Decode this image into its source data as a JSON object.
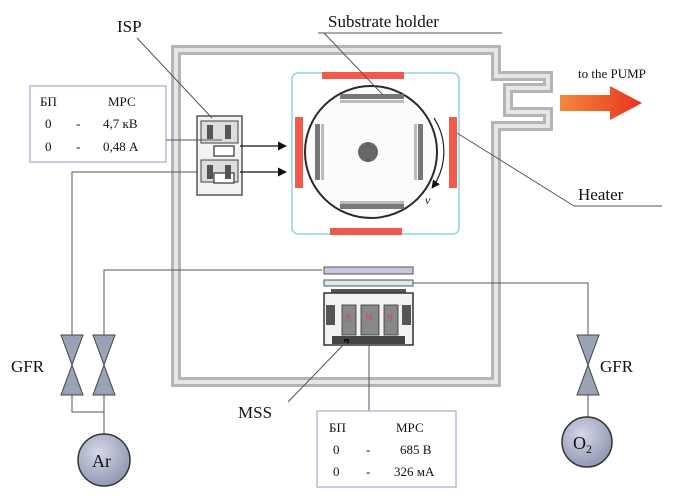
{
  "labels": {
    "isp": "ISP",
    "substrate_holder": "Substrate holder",
    "to_pump": "to the PUMP",
    "heater": "Heater",
    "v": "v",
    "gfr_left": "GFR",
    "gfr_right": "GFR",
    "mss": "MSS",
    "ar": "Ar",
    "o2_base": "O",
    "o2_sub": "2",
    "magnet_s1": "S",
    "magnet_n": "N",
    "magnet_s2": "S"
  },
  "isp_panel": {
    "col1": "БП",
    "col2": "МРС",
    "rows": [
      {
        "a": "0",
        "dash": "-",
        "b": "4,7 кВ"
      },
      {
        "a": "0",
        "dash": "-",
        "b": "0,48 А"
      }
    ]
  },
  "mss_panel": {
    "col1": "БП",
    "col2": "МРС",
    "rows": [
      {
        "a": "0",
        "dash": "-",
        "b": "685 В"
      },
      {
        "a": "0",
        "dash": "-",
        "b": "326 мА"
      }
    ]
  },
  "colors": {
    "chamber_wall": "#b4b4b4",
    "inner_box": "#8fd3e6",
    "heater": "#f05a4a",
    "arrow": "#f04a2a",
    "valve": "#9aa3b4",
    "gas_circle": "#a9aec4",
    "line": "#555555"
  }
}
